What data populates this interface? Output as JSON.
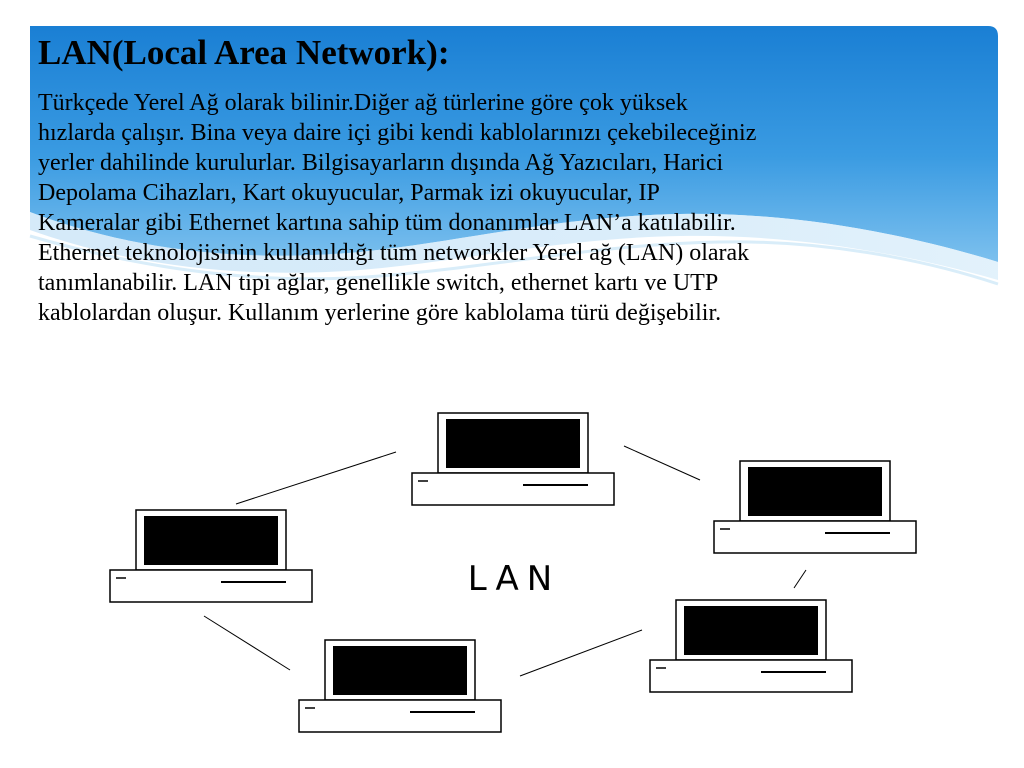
{
  "slide": {
    "title": "LAN(Local Area Network):",
    "paragraph_lines": [
      "Türkçede Yerel Ağ olarak bilinir.Diğer ağ türlerine göre çok yüksek",
      "hızlarda çalışır. Bina veya daire içi gibi kendi kablolarınızı çekebileceğiniz",
      "yerler dahilinde kurulurlar. Bilgisayarların dışında Ağ Yazıcıları, Harici",
      "Depolama Cihazları, Kart okuyucular, Parmak izi okuyucular, IP",
      "Kameralar gibi Ethernet kartına sahip tüm donanımlar LAN’a katılabilir.",
      "Ethernet teknolojisinin kullanıldığı tüm networkler Yerel ağ (LAN) olarak",
      "tanımlanabilir. LAN tipi ağlar, genellikle switch, ethernet kartı ve UTP",
      "kablolardan oluşur. Kullanım yerlerine göre kablolama türü değişebilir."
    ]
  },
  "diagram": {
    "center_label": "LAN",
    "computer_icon": "desktop-computer-icon",
    "computer_count": 5
  },
  "colors": {
    "banner_blue": "#1a87d8",
    "banner_light": "#8cc6f0",
    "text": "#000000",
    "screen": "#000000"
  }
}
